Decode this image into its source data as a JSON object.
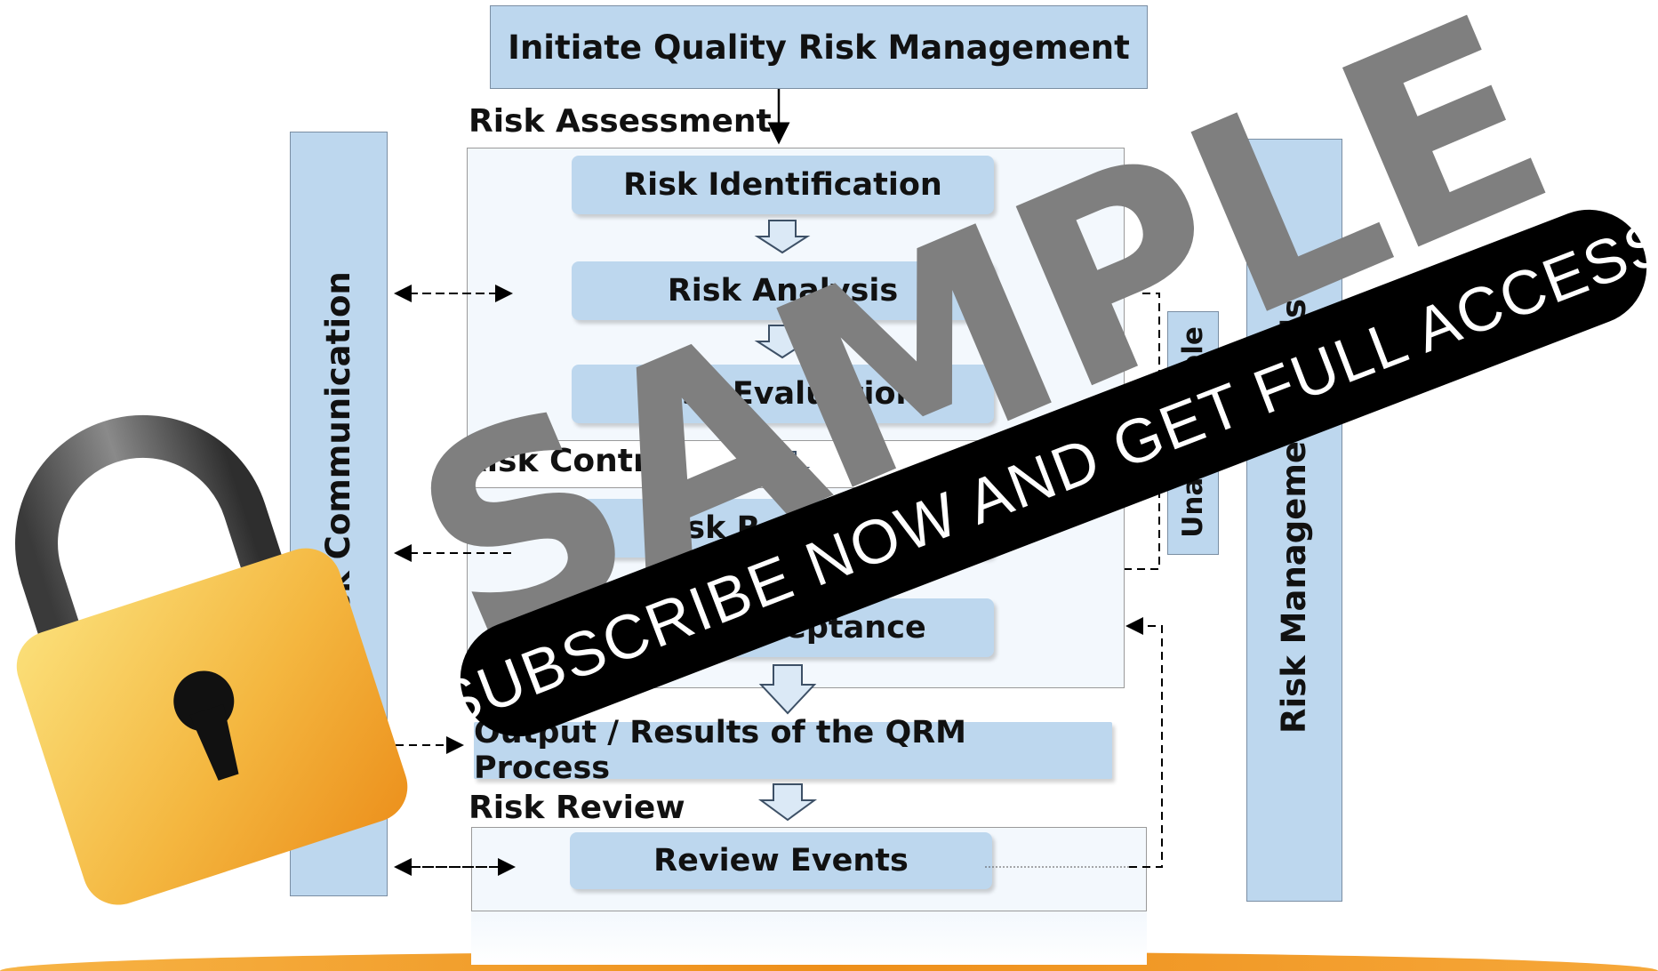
{
  "diagram": {
    "title": "Initiate Quality Risk Management",
    "section_labels": {
      "assessment": "Risk Assessment",
      "control": "Risk Control",
      "review": "Risk Review"
    },
    "steps": {
      "identification": "Risk Identification",
      "analysis": "Risk Analysis",
      "evaluation": "Risk Evaluation",
      "reduction": "Risk Reduction",
      "acceptance": "Risk Acceptance",
      "output": "Output / Results of the QRM Process",
      "review_events": "Review Events"
    },
    "side_columns": {
      "left": "Risk Communication",
      "right": "Risk Management tools",
      "unacceptable": "Unacceptable"
    }
  },
  "watermark": {
    "big": "SAMPLE",
    "banner": "SUBSCRIBE NOW AND GET FULL ACCESS"
  },
  "colors": {
    "box_fill": "#bdd7ee",
    "panel_fill": "#f3f8fd",
    "watermark_gray": "#7f7f7f",
    "banner_black": "#000000",
    "lock_gold": "#f0b03a",
    "bottom_band": "#f39a1f"
  },
  "icons": [
    "lock-icon"
  ]
}
